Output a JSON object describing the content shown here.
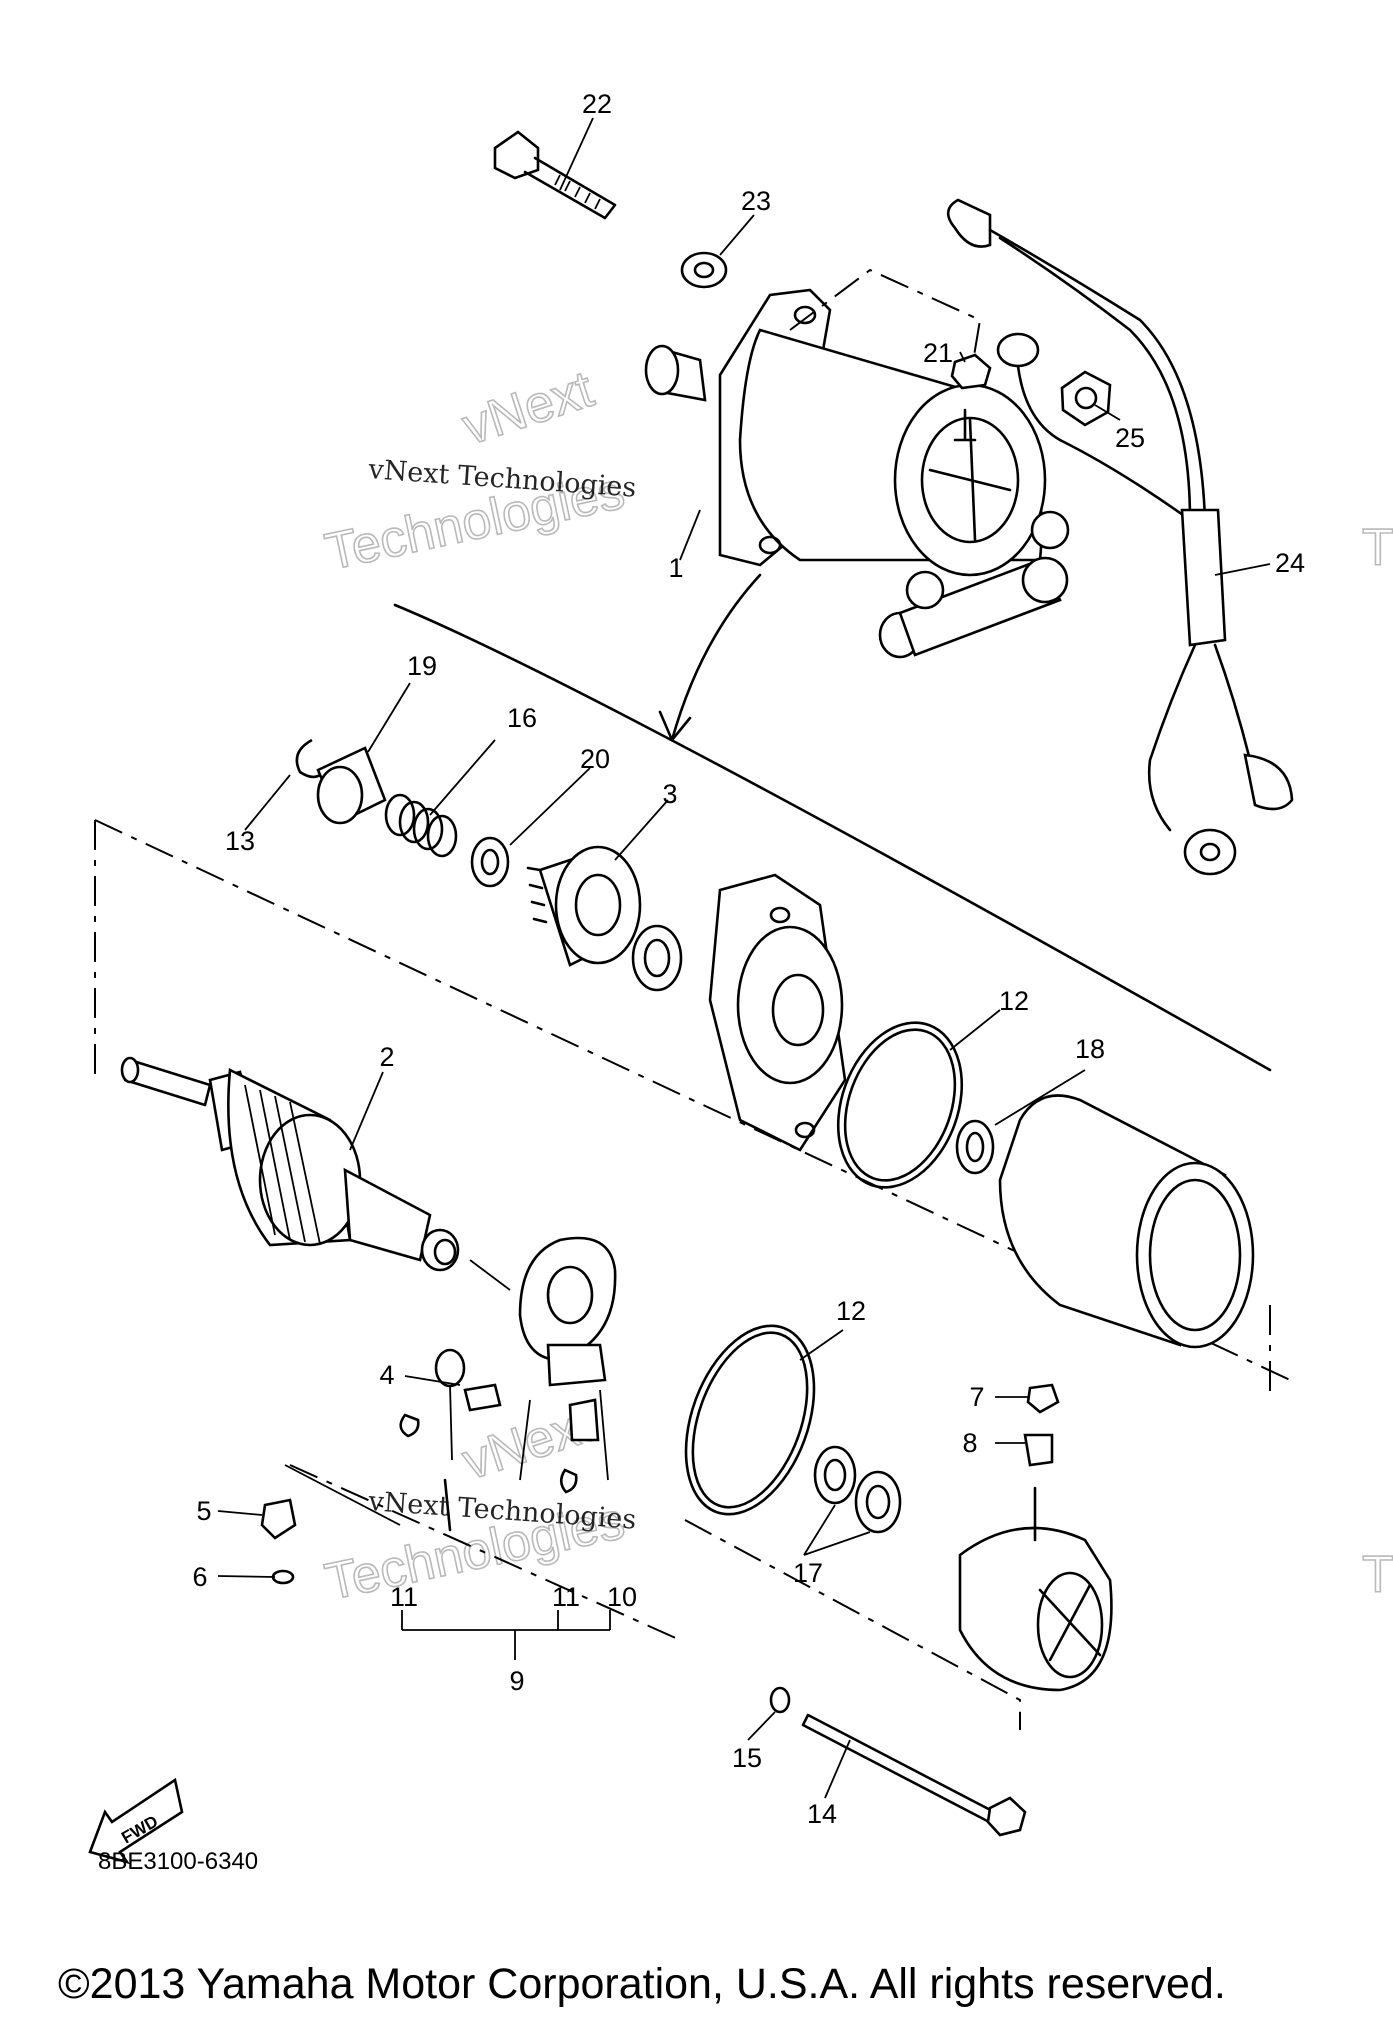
{
  "callouts": {
    "c1": "1",
    "c2": "2",
    "c3": "3",
    "c4": "4",
    "c5": "5",
    "c6": "6",
    "c7": "7",
    "c8": "8",
    "c9": "9",
    "c10": "10",
    "c11a": "11",
    "c11b": "11",
    "c12a": "12",
    "c12b": "12",
    "c13": "13",
    "c14": "14",
    "c15": "15",
    "c16": "16",
    "c17": "17",
    "c18": "18",
    "c19": "19",
    "c20": "20",
    "c21": "21",
    "c22": "22",
    "c23": "23",
    "c24": "24",
    "c25": "25"
  },
  "watermark": {
    "line1": "vNext",
    "line2": "Technologies",
    "label": "vNext Technologies",
    "edge": "T"
  },
  "fwd_label": "FWD",
  "doc_code": "8BE3100-6340",
  "copyright": "©2013 Yamaha Motor Corporation, U.S.A. All rights reserved."
}
